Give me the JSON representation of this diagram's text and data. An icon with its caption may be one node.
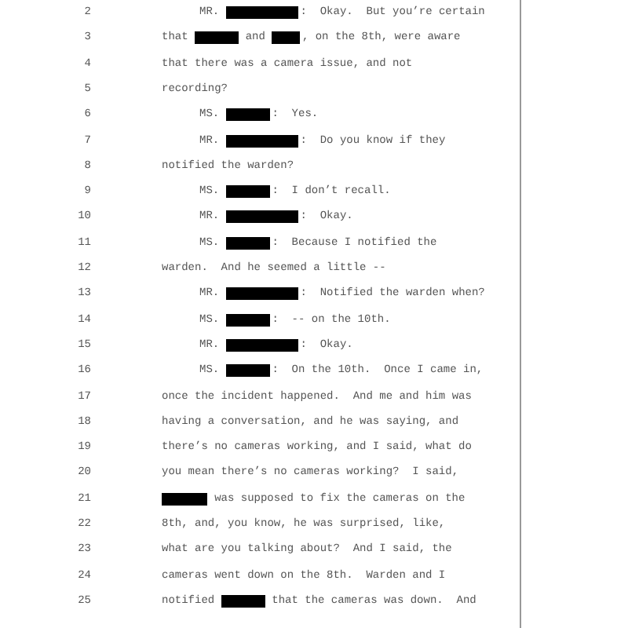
{
  "diagram": {
    "labels": [
      "2",
      "MR.",
      ":  Okay.  But you’re certain",
      "3",
      "that",
      "and",
      ", on the 8th, were aware",
      "4",
      "that there was a camera issue, and not",
      "5",
      "recording?",
      "6",
      "MS.",
      ":  Yes.",
      "7",
      "MR.",
      ":  Do you know if they",
      "8",
      "notified the warden?",
      "9",
      "MS.",
      ":  I don’t recall.",
      "10",
      "MR.",
      ":  Okay.",
      "11",
      "MS.",
      ":  Because I notified the",
      "12",
      "warden.  And he seemed a little --",
      "13",
      "MR.",
      ":  Notified the warden when?",
      "14",
      "MS.",
      ":  -- on the 10th.",
      "15",
      "MR.",
      ":  Okay.",
      "16",
      "MS.",
      ":  On the 10th.  Once I came in,",
      "17",
      "once the incident happened.  And me and him was",
      "18",
      "having a conversation, and he was saying, and",
      "19",
      "there’s no cameras working, and I said, what do",
      "20",
      "you mean there’s no cameras working?  I said,",
      "21",
      "was supposed to fix the cameras on the",
      "22",
      "8th, and, you know, he was surprised, like,",
      "23",
      "what are you talking about?  And I said, the",
      "24",
      "cameras went down on the 8th.  Warden and I",
      "25",
      "notified",
      "that the cameras was down.  And"
    ]
  }
}
